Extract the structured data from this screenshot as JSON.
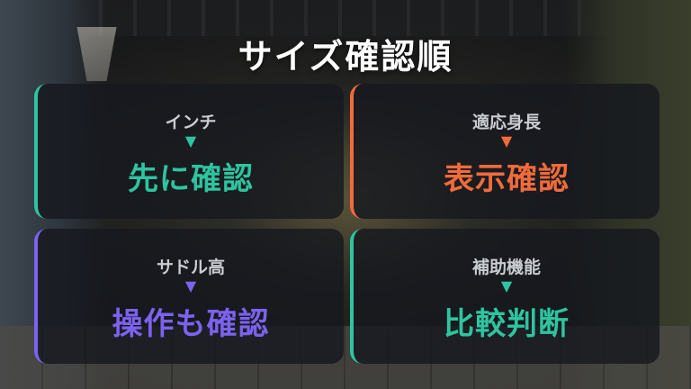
{
  "title": "サイズ確認順",
  "cards": [
    {
      "label": "インチ",
      "arrow": "▼",
      "value": "先に確認",
      "accent": "#2ec4a0"
    },
    {
      "label": "適応身長",
      "arrow": "▼",
      "value": "表示確認",
      "accent": "#f26b3a"
    },
    {
      "label": "サドル高",
      "arrow": "▼",
      "value": "操作も確認",
      "accent": "#7d62f0"
    },
    {
      "label": "補助機能",
      "arrow": "▼",
      "value": "比較判断",
      "accent": "#2ec4a0"
    }
  ]
}
